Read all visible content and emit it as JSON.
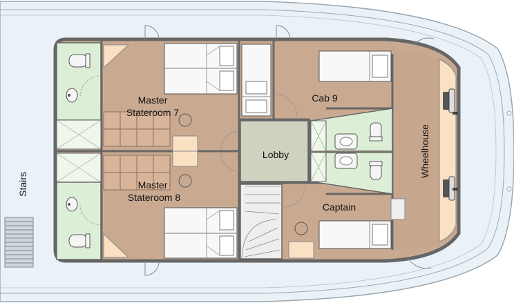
{
  "rooms": {
    "master7": {
      "line1": "Master",
      "line2": "Stateroom 7"
    },
    "master8": {
      "line1": "Master",
      "line2": "Stateroom 8"
    },
    "cab9": "Cab 9",
    "lobby": "Lobby",
    "captain": "Captain",
    "wheelhouse": "Wheelhouse",
    "stairs": "Stairs"
  },
  "colors": {
    "water": "#ffffff",
    "deck": "#eaf2f8",
    "hull_line": "#9aa7b0",
    "wall": "#666666",
    "cabin_floor": "#c9aa91",
    "bathroom": "#dcefd6",
    "lobby": "#cfd2bf",
    "console": "#fbe1c4",
    "bed": "#f8f8f8",
    "wardrobe": "#d8b49a",
    "door_arc": "#999999"
  }
}
